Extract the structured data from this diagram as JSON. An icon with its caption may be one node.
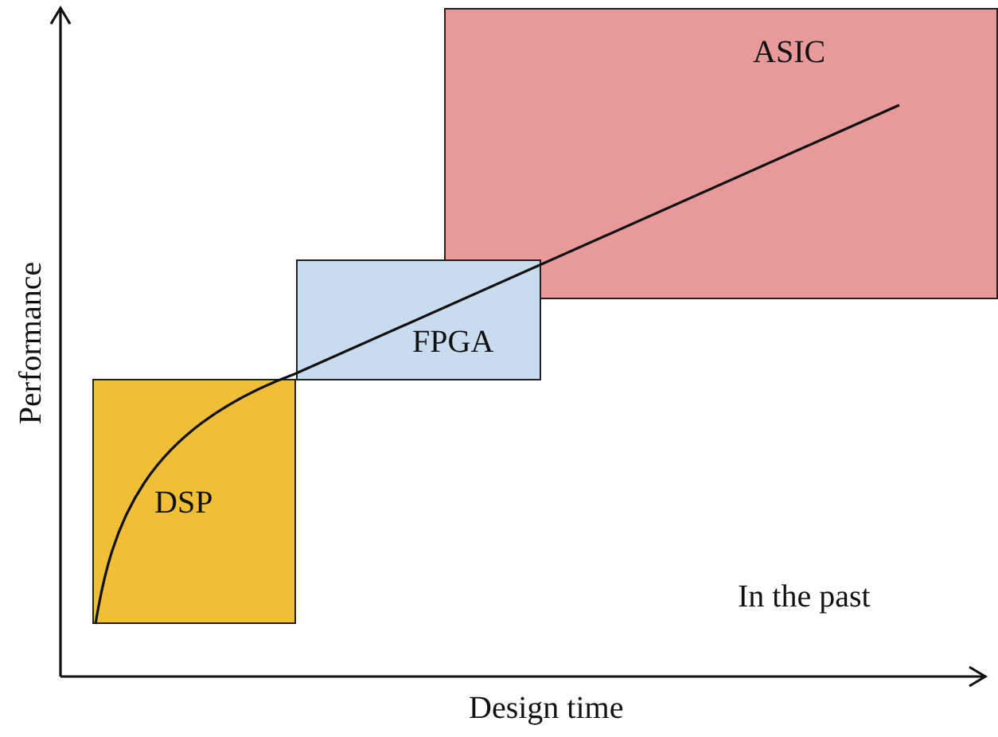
{
  "diagram": {
    "nodes": [
      {
        "text": [
          "ASIC"
        ]
      },
      {
        "text": [
          "FPGA"
        ]
      },
      {
        "text": [
          "DSP"
        ]
      }
    ],
    "labels": [
      "Performance",
      "In the past",
      "Design time"
    ]
  }
}
